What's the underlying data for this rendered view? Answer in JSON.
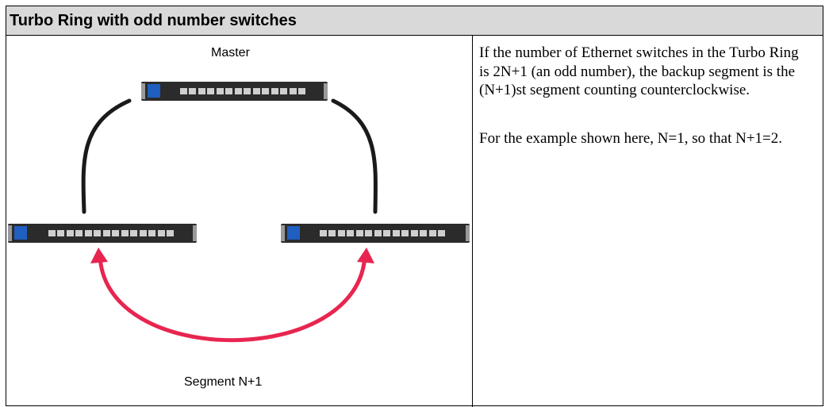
{
  "header": {
    "title": "Turbo Ring with odd number switches"
  },
  "diagram": {
    "master_label": "Master",
    "segment_label": "Segment N+1",
    "colors": {
      "ring_link": "#1a1a1a",
      "backup_segment": "#e8254f",
      "switch_body": "#2b2b2b",
      "switch_panel": "#1f5fbf"
    }
  },
  "description": {
    "paragraph1": "If the number of Ethernet switches in the Turbo Ring is 2N+1 (an odd number), the backup segment is the (N+1)st segment counting counterclockwise.",
    "paragraph2": "For the example shown here, N=1, so that N+1=2."
  }
}
